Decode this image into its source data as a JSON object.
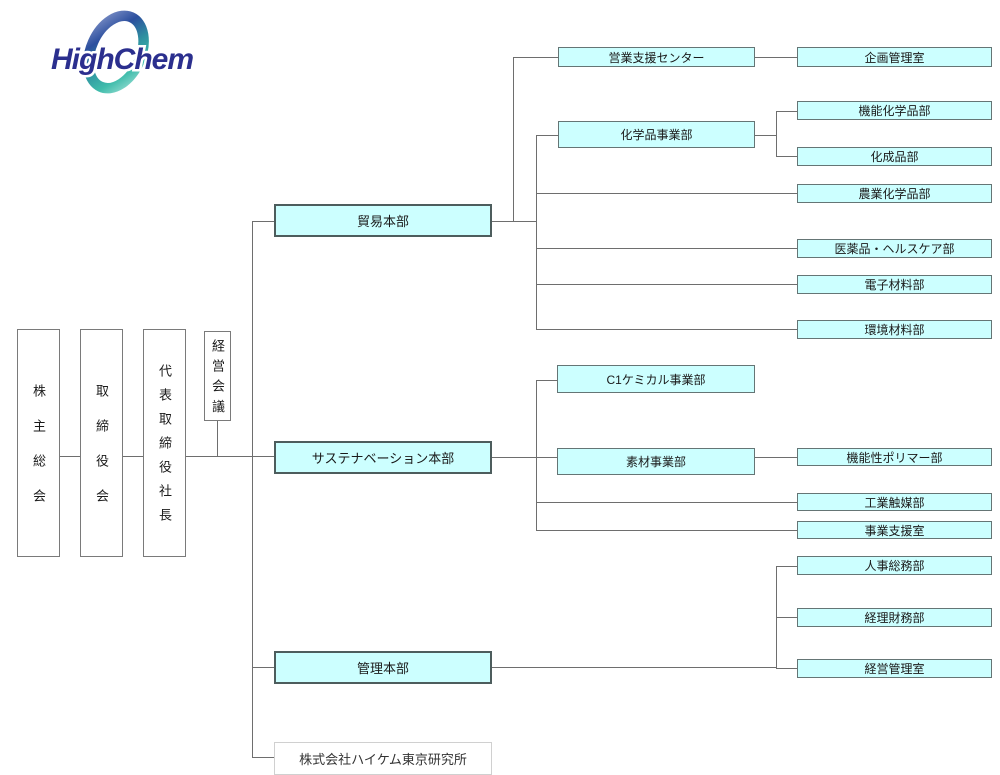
{
  "logo": {
    "text": "HighChem"
  },
  "palette": {
    "node_fill": "#ccffff",
    "hq_border": "#4d5d5d",
    "dept_border": "#657575",
    "plain_border": "#d0d0d0",
    "line": "#6e6e6e",
    "text": "#1a1a1a",
    "logo_navy": "#2b2f8e",
    "logo_blue": "#2c4f9e",
    "logo_teal": "#3fbcab"
  },
  "nodes": [
    {
      "id": "shareholders-meeting",
      "label": "株主総会"
    },
    {
      "id": "board-of-directors",
      "label": "取締役会"
    },
    {
      "id": "president",
      "label": "代表取締役社長"
    },
    {
      "id": "management-council",
      "label": "経営会議"
    },
    {
      "id": "trade-hq",
      "label": "貿易本部"
    },
    {
      "id": "sustainavation-hq",
      "label": "サステナベーション本部"
    },
    {
      "id": "admin-hq",
      "label": "管理本部"
    },
    {
      "id": "tokyo-research-institute",
      "label": "株式会社ハイケム東京研究所"
    },
    {
      "id": "sales-support-center",
      "label": "営業支援センター"
    },
    {
      "id": "planning-management-office",
      "label": "企画管理室"
    },
    {
      "id": "chemicals-division",
      "label": "化学品事業部"
    },
    {
      "id": "functional-chemicals-dept",
      "label": "機能化学品部"
    },
    {
      "id": "chemical-products-dept",
      "label": "化成品部"
    },
    {
      "id": "agricultural-chemicals-dept",
      "label": "農業化学品部"
    },
    {
      "id": "pharma-healthcare-dept",
      "label": "医薬品・ヘルスケア部"
    },
    {
      "id": "electronic-materials-dept",
      "label": "電子材料部"
    },
    {
      "id": "environmental-materials-dept",
      "label": "環境材料部"
    },
    {
      "id": "c1-chemical-division",
      "label": "C1ケミカル事業部"
    },
    {
      "id": "materials-division",
      "label": "素材事業部"
    },
    {
      "id": "functional-polymer-dept",
      "label": "機能性ポリマー部"
    },
    {
      "id": "industrial-catalyst-dept",
      "label": "工業触媒部"
    },
    {
      "id": "business-support-office",
      "label": "事業支援室"
    },
    {
      "id": "hr-general-affairs-dept",
      "label": "人事総務部"
    },
    {
      "id": "accounting-finance-dept",
      "label": "経理財務部"
    },
    {
      "id": "management-admin-office",
      "label": "経営管理室"
    }
  ],
  "edges": [
    {
      "from": "shareholders-meeting",
      "to": "board-of-directors"
    },
    {
      "from": "board-of-directors",
      "to": "president"
    },
    {
      "from": "president",
      "to": "management-council"
    },
    {
      "from": "president",
      "to": "trade-hq"
    },
    {
      "from": "president",
      "to": "sustainavation-hq"
    },
    {
      "from": "president",
      "to": "admin-hq"
    },
    {
      "from": "president",
      "to": "tokyo-research-institute"
    },
    {
      "from": "trade-hq",
      "to": "sales-support-center"
    },
    {
      "from": "trade-hq",
      "to": "chemicals-division"
    },
    {
      "from": "trade-hq",
      "to": "agricultural-chemicals-dept"
    },
    {
      "from": "trade-hq",
      "to": "pharma-healthcare-dept"
    },
    {
      "from": "trade-hq",
      "to": "electronic-materials-dept"
    },
    {
      "from": "trade-hq",
      "to": "environmental-materials-dept"
    },
    {
      "from": "sales-support-center",
      "to": "planning-management-office"
    },
    {
      "from": "chemicals-division",
      "to": "functional-chemicals-dept"
    },
    {
      "from": "chemicals-division",
      "to": "chemical-products-dept"
    },
    {
      "from": "sustainavation-hq",
      "to": "c1-chemical-division"
    },
    {
      "from": "sustainavation-hq",
      "to": "materials-division"
    },
    {
      "from": "sustainavation-hq",
      "to": "industrial-catalyst-dept"
    },
    {
      "from": "sustainavation-hq",
      "to": "business-support-office"
    },
    {
      "from": "materials-division",
      "to": "functional-polymer-dept"
    },
    {
      "from": "admin-hq",
      "to": "hr-general-affairs-dept"
    },
    {
      "from": "admin-hq",
      "to": "accounting-finance-dept"
    },
    {
      "from": "admin-hq",
      "to": "management-admin-office"
    }
  ]
}
